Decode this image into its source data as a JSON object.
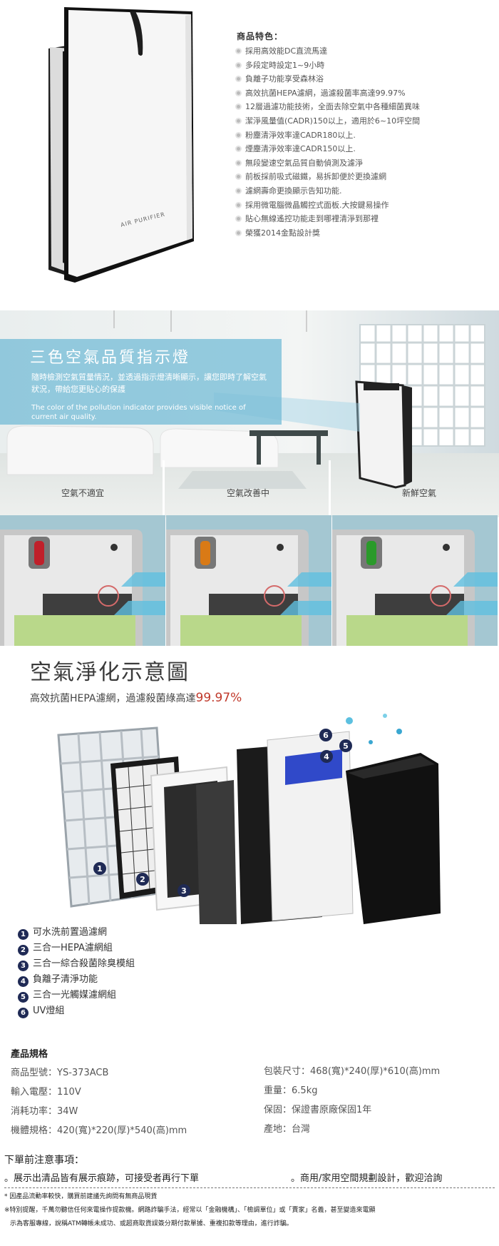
{
  "product": {
    "brand_text": "AIR PURIFIER",
    "features_title": "商品特色：",
    "features": [
      "採用高效能DC直流馬達",
      "多段定時設定1~9小時",
      "負離子功能享受森林浴",
      "高效抗菌HEPA濾網，過濾殺菌率高達99.97%",
      "12層過濾功能技術，全面去除空氣中各種細菌異味",
      "潔淨風量值(CADR)150以上，適用於6~10坪空間",
      "粉塵清淨效率達CADR180以上.",
      "煙塵清淨效率達CADR150以上.",
      "無段變速空氣品質自動偵測及濾淨",
      "前板採前吸式磁鐵，易拆卸便於更換濾網",
      "濾網壽命更換顯示告知功能.",
      "採用微電腦微晶觸控式面板.大按鍵易操作",
      "貼心無線遙控功能走到哪裡清淨到那裡",
      "榮獲2014金點設計獎"
    ]
  },
  "indicator": {
    "title": "三色空氣品質指示燈",
    "desc_zh": "隨時檢測空氣質量情況，並透過指示燈清晰顯示，讓您即時了解空氣狀況，帶給您更貼心的保護",
    "desc_en": "The color of the pollution indicator provides visible notice of current air quality.",
    "states": [
      {
        "label": "空氣不適宜",
        "color": "#c0202a"
      },
      {
        "label": "空氣改善中",
        "color": "#d97a16"
      },
      {
        "label": "新鮮空氣",
        "color": "#2a9a2a"
      }
    ]
  },
  "diagram": {
    "title": "空氣淨化示意圖",
    "subtitle": "高效抗菌HEPA濾網，過濾殺菌綠高達",
    "subtitle_highlight": "99.97%",
    "legend": [
      {
        "num": "1",
        "label": "可水洗前置過濾網"
      },
      {
        "num": "2",
        "label": "三合一HEPA濾網組"
      },
      {
        "num": "3",
        "label": "三合一綜合殺菌除臭模組"
      },
      {
        "num": "4",
        "label": "負離子清淨功能"
      },
      {
        "num": "5",
        "label": "三合一光觸媒濾網組"
      },
      {
        "num": "6",
        "label": "UV燈組"
      }
    ]
  },
  "specs": {
    "title": "產品規格",
    "left": [
      {
        "k": "商品型號：",
        "v": "YS-373ACB"
      },
      {
        "k": "輸入電壓：",
        "v": "110V"
      },
      {
        "k": "消耗功率：",
        "v": "34W"
      },
      {
        "k": "機體規格：",
        "v": "420(寬)*220(厚)*540(高)mm"
      }
    ],
    "right": [
      {
        "k": "包裝尺寸：",
        "v": "468(寬)*240(厚)*610(高)mm"
      },
      {
        "k": "重量：",
        "v": "6.5kg"
      },
      {
        "k": "保固：",
        "v": "保證書原廠保固1年"
      },
      {
        "k": "產地：",
        "v": "台灣"
      }
    ]
  },
  "notes": {
    "title": "下單前注意事項：",
    "note1": "。展示出清品皆有展示痕跡，可接受者再行下單",
    "note2": "。商用/家用空間規劃設計，歡迎洽詢",
    "fine1": "* 因產品流動率較快，購買前建議先詢問有無商品現貨",
    "fine2": "※特別提醒，千萬勿聽信任何來電操作提款機。網路詐騙手法，經常以「金融機構」、「檢調單位」或「賣家」名義，甚至變造來電顯",
    "fine3": "示為客服專線，說稱ATM轉帳未成功、或超商取貨誤簽分期付款單據、重複扣款等理由，進行詐騙。"
  }
}
